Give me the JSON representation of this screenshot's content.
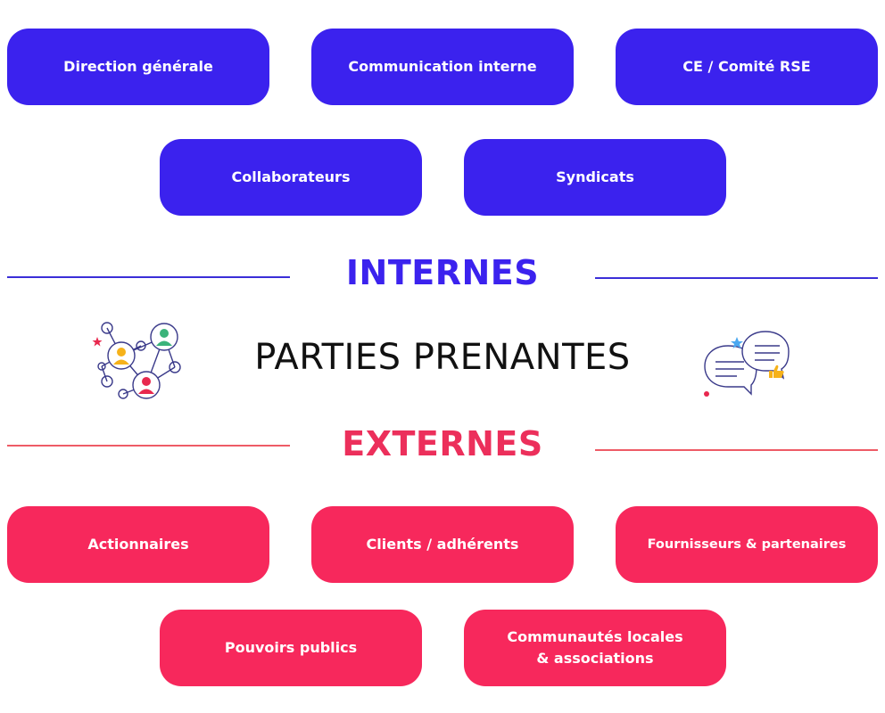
{
  "internal": {
    "heading": "INTERNES",
    "color": "#3b22ee",
    "items": [
      "Direction générale",
      "Communication interne",
      "CE / Comité RSE",
      "Collaborateurs",
      "Syndicats"
    ]
  },
  "center": {
    "title": "PARTIES PRENANTES"
  },
  "external": {
    "heading": "EXTERNES",
    "color": "#f7285c",
    "items": [
      "Actionnaires",
      "Clients / adhérents",
      "Fournisseurs & partenaires",
      "Pouvoirs publics",
      "Communautés locales\n& associations"
    ]
  },
  "icons": {
    "left": "people-network-icon",
    "right": "chat-bubbles-icon"
  }
}
